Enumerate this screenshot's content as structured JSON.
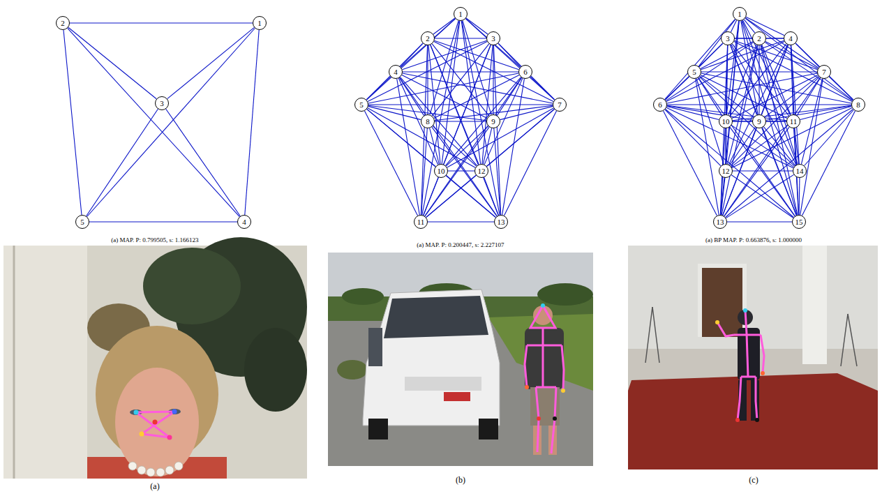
{
  "diagram": {
    "nodes": [
      {
        "text": [
          "1"
        ]
      },
      {
        "text": [
          "2"
        ]
      },
      {
        "text": [
          "3"
        ]
      },
      {
        "text": [
          "4"
        ]
      },
      {
        "text": [
          "5"
        ]
      },
      {
        "text": [
          "1"
        ]
      },
      {
        "text": [
          "2"
        ]
      },
      {
        "text": [
          "3"
        ]
      },
      {
        "text": [
          "4"
        ]
      },
      {
        "text": [
          "5"
        ]
      },
      {
        "text": [
          "6"
        ]
      },
      {
        "text": [
          "7"
        ]
      },
      {
        "text": [
          "8"
        ]
      },
      {
        "text": [
          "9"
        ]
      },
      {
        "text": [
          "10"
        ]
      },
      {
        "text": [
          "11"
        ]
      },
      {
        "text": [
          "12"
        ]
      },
      {
        "text": [
          "13"
        ]
      },
      {
        "text": [
          "1"
        ]
      },
      {
        "text": [
          "2"
        ]
      },
      {
        "text": [
          "3"
        ]
      },
      {
        "text": [
          "4"
        ]
      },
      {
        "text": [
          "5"
        ]
      },
      {
        "text": [
          "6"
        ]
      },
      {
        "text": [
          "7"
        ]
      },
      {
        "text": [
          "8"
        ]
      },
      {
        "text": [
          "9"
        ]
      },
      {
        "text": [
          "10"
        ]
      },
      {
        "text": [
          "11"
        ]
      },
      {
        "text": [
          "12"
        ]
      },
      {
        "text": [
          "13"
        ]
      },
      {
        "text": [
          "14"
        ]
      },
      {
        "text": [
          "15"
        ]
      }
    ],
    "edges": [
      {
        "from": 0,
        "to": 1,
        "arrow": "none"
      },
      {
        "from": 0,
        "to": 2,
        "arrow": "none"
      },
      {
        "from": 0,
        "to": 3,
        "arrow": "none"
      },
      {
        "from": 0,
        "to": 4,
        "arrow": "none"
      },
      {
        "from": 1,
        "to": 2,
        "arrow": "none"
      },
      {
        "from": 1,
        "to": 3,
        "arrow": "none"
      },
      {
        "from": 1,
        "to": 4,
        "arrow": "none"
      },
      {
        "from": 2,
        "to": 3,
        "arrow": "none"
      },
      {
        "from": 2,
        "to": 4,
        "arrow": "none"
      },
      {
        "from": 3,
        "to": 4,
        "arrow": "none"
      },
      {
        "from": 5,
        "to": 6,
        "arrow": "none"
      },
      {
        "from": 5,
        "to": 7,
        "arrow": "none"
      },
      {
        "from": 5,
        "to": 8,
        "arrow": "none"
      },
      {
        "from": 5,
        "to": 9,
        "arrow": "none"
      },
      {
        "from": 5,
        "to": 10,
        "arrow": "none"
      },
      {
        "from": 5,
        "to": 11,
        "arrow": "none"
      },
      {
        "from": 5,
        "to": 12,
        "arrow": "none"
      },
      {
        "from": 5,
        "to": 13,
        "arrow": "none"
      },
      {
        "from": 5,
        "to": 14,
        "arrow": "none"
      },
      {
        "from": 5,
        "to": 15,
        "arrow": "none"
      },
      {
        "from": 5,
        "to": 16,
        "arrow": "none"
      },
      {
        "from": 5,
        "to": 17,
        "arrow": "none"
      },
      {
        "from": 6,
        "to": 7,
        "arrow": "none"
      },
      {
        "from": 6,
        "to": 8,
        "arrow": "none"
      },
      {
        "from": 6,
        "to": 9,
        "arrow": "none"
      },
      {
        "from": 6,
        "to": 10,
        "arrow": "none"
      },
      {
        "from": 6,
        "to": 11,
        "arrow": "none"
      },
      {
        "from": 6,
        "to": 12,
        "arrow": "none"
      },
      {
        "from": 6,
        "to": 13,
        "arrow": "none"
      },
      {
        "from": 6,
        "to": 14,
        "arrow": "none"
      },
      {
        "from": 6,
        "to": 15,
        "arrow": "none"
      },
      {
        "from": 6,
        "to": 16,
        "arrow": "none"
      },
      {
        "from": 6,
        "to": 17,
        "arrow": "none"
      },
      {
        "from": 7,
        "to": 8,
        "arrow": "none"
      },
      {
        "from": 7,
        "to": 9,
        "arrow": "none"
      },
      {
        "from": 7,
        "to": 10,
        "arrow": "none"
      },
      {
        "from": 7,
        "to": 11,
        "arrow": "none"
      },
      {
        "from": 7,
        "to": 12,
        "arrow": "none"
      },
      {
        "from": 7,
        "to": 13,
        "arrow": "none"
      },
      {
        "from": 7,
        "to": 14,
        "arrow": "none"
      },
      {
        "from": 7,
        "to": 15,
        "arrow": "none"
      },
      {
        "from": 7,
        "to": 16,
        "arrow": "none"
      },
      {
        "from": 7,
        "to": 17,
        "arrow": "none"
      },
      {
        "from": 8,
        "to": 9,
        "arrow": "none"
      },
      {
        "from": 8,
        "to": 10,
        "arrow": "none"
      },
      {
        "from": 8,
        "to": 11,
        "arrow": "none"
      },
      {
        "from": 8,
        "to": 12,
        "arrow": "none"
      },
      {
        "from": 8,
        "to": 13,
        "arrow": "none"
      },
      {
        "from": 8,
        "to": 14,
        "arrow": "none"
      },
      {
        "from": 8,
        "to": 15,
        "arrow": "none"
      },
      {
        "from": 8,
        "to": 16,
        "arrow": "none"
      },
      {
        "from": 8,
        "to": 17,
        "arrow": "none"
      },
      {
        "from": 9,
        "to": 10,
        "arrow": "none"
      },
      {
        "from": 9,
        "to": 11,
        "arrow": "none"
      },
      {
        "from": 9,
        "to": 12,
        "arrow": "none"
      },
      {
        "from": 9,
        "to": 13,
        "arrow": "none"
      },
      {
        "from": 9,
        "to": 14,
        "arrow": "none"
      },
      {
        "from": 9,
        "to": 15,
        "arrow": "none"
      },
      {
        "from": 9,
        "to": 16,
        "arrow": "none"
      },
      {
        "from": 9,
        "to": 17,
        "arrow": "none"
      },
      {
        "from": 10,
        "to": 11,
        "arrow": "none"
      },
      {
        "from": 10,
        "to": 12,
        "arrow": "none"
      },
      {
        "from": 10,
        "to": 13,
        "arrow": "none"
      },
      {
        "from": 10,
        "to": 14,
        "arrow": "none"
      },
      {
        "from": 10,
        "to": 15,
        "arrow": "none"
      },
      {
        "from": 10,
        "to": 16,
        "arrow": "none"
      },
      {
        "from": 10,
        "to": 17,
        "arrow": "none"
      },
      {
        "from": 11,
        "to": 12,
        "arrow": "none"
      },
      {
        "from": 11,
        "to": 13,
        "arrow": "none"
      },
      {
        "from": 11,
        "to": 14,
        "arrow": "none"
      },
      {
        "from": 11,
        "to": 15,
        "arrow": "none"
      },
      {
        "from": 11,
        "to": 16,
        "arrow": "none"
      },
      {
        "from": 11,
        "to": 17,
        "arrow": "none"
      },
      {
        "from": 12,
        "to": 13,
        "arrow": "none"
      },
      {
        "from": 12,
        "to": 14,
        "arrow": "none"
      },
      {
        "from": 12,
        "to": 15,
        "arrow": "none"
      },
      {
        "from": 12,
        "to": 16,
        "arrow": "none"
      },
      {
        "from": 12,
        "to": 17,
        "arrow": "none"
      },
      {
        "from": 13,
        "to": 14,
        "arrow": "none"
      },
      {
        "from": 13,
        "to": 15,
        "arrow": "none"
      },
      {
        "from": 13,
        "to": 16,
        "arrow": "none"
      },
      {
        "from": 13,
        "to": 17,
        "arrow": "none"
      },
      {
        "from": 14,
        "to": 15,
        "arrow": "none"
      },
      {
        "from": 14,
        "to": 16,
        "arrow": "none"
      },
      {
        "from": 14,
        "to": 17,
        "arrow": "none"
      },
      {
        "from": 15,
        "to": 16,
        "arrow": "none"
      },
      {
        "from": 15,
        "to": 17,
        "arrow": "none"
      },
      {
        "from": 16,
        "to": 17,
        "arrow": "none"
      },
      {
        "from": 18,
        "to": 19,
        "arrow": "none"
      },
      {
        "from": 18,
        "to": 20,
        "arrow": "none"
      },
      {
        "from": 18,
        "to": 21,
        "arrow": "none"
      },
      {
        "from": 18,
        "to": 22,
        "arrow": "none"
      },
      {
        "from": 18,
        "to": 23,
        "arrow": "none"
      },
      {
        "from": 18,
        "to": 24,
        "arrow": "none"
      },
      {
        "from": 18,
        "to": 25,
        "arrow": "none"
      },
      {
        "from": 18,
        "to": 26,
        "arrow": "none"
      },
      {
        "from": 18,
        "to": 27,
        "arrow": "none"
      },
      {
        "from": 18,
        "to": 28,
        "arrow": "none"
      },
      {
        "from": 18,
        "to": 29,
        "arrow": "none"
      },
      {
        "from": 18,
        "to": 30,
        "arrow": "none"
      },
      {
        "from": 18,
        "to": 31,
        "arrow": "none"
      },
      {
        "from": 18,
        "to": 32,
        "arrow": "none"
      },
      {
        "from": 19,
        "to": 20,
        "arrow": "none"
      },
      {
        "from": 19,
        "to": 21,
        "arrow": "none"
      },
      {
        "from": 19,
        "to": 22,
        "arrow": "none"
      },
      {
        "from": 19,
        "to": 23,
        "arrow": "none"
      },
      {
        "from": 19,
        "to": 24,
        "arrow": "none"
      },
      {
        "from": 19,
        "to": 25,
        "arrow": "none"
      },
      {
        "from": 19,
        "to": 26,
        "arrow": "none"
      },
      {
        "from": 19,
        "to": 27,
        "arrow": "none"
      },
      {
        "from": 19,
        "to": 28,
        "arrow": "none"
      },
      {
        "from": 19,
        "to": 29,
        "arrow": "none"
      },
      {
        "from": 19,
        "to": 30,
        "arrow": "none"
      },
      {
        "from": 19,
        "to": 31,
        "arrow": "none"
      },
      {
        "from": 19,
        "to": 32,
        "arrow": "none"
      },
      {
        "from": 20,
        "to": 21,
        "arrow": "none"
      },
      {
        "from": 20,
        "to": 22,
        "arrow": "none"
      },
      {
        "from": 20,
        "to": 23,
        "arrow": "none"
      },
      {
        "from": 20,
        "to": 24,
        "arrow": "none"
      },
      {
        "from": 20,
        "to": 25,
        "arrow": "none"
      },
      {
        "from": 20,
        "to": 26,
        "arrow": "none"
      },
      {
        "from": 20,
        "to": 27,
        "arrow": "none"
      },
      {
        "from": 20,
        "to": 28,
        "arrow": "none"
      },
      {
        "from": 20,
        "to": 29,
        "arrow": "none"
      },
      {
        "from": 20,
        "to": 30,
        "arrow": "none"
      },
      {
        "from": 20,
        "to": 31,
        "arrow": "none"
      },
      {
        "from": 20,
        "to": 32,
        "arrow": "none"
      },
      {
        "from": 21,
        "to": 22,
        "arrow": "none"
      },
      {
        "from": 21,
        "to": 23,
        "arrow": "none"
      },
      {
        "from": 21,
        "to": 24,
        "arrow": "none"
      },
      {
        "from": 21,
        "to": 25,
        "arrow": "none"
      },
      {
        "from": 21,
        "to": 26,
        "arrow": "none"
      },
      {
        "from": 21,
        "to": 27,
        "arrow": "none"
      },
      {
        "from": 21,
        "to": 28,
        "arrow": "none"
      },
      {
        "from": 21,
        "to": 29,
        "arrow": "none"
      },
      {
        "from": 21,
        "to": 30,
        "arrow": "none"
      },
      {
        "from": 21,
        "to": 31,
        "arrow": "none"
      },
      {
        "from": 21,
        "to": 32,
        "arrow": "none"
      },
      {
        "from": 22,
        "to": 23,
        "arrow": "none"
      },
      {
        "from": 22,
        "to": 24,
        "arrow": "none"
      },
      {
        "from": 22,
        "to": 25,
        "arrow": "none"
      },
      {
        "from": 22,
        "to": 26,
        "arrow": "none"
      },
      {
        "from": 22,
        "to": 27,
        "arrow": "none"
      },
      {
        "from": 22,
        "to": 28,
        "arrow": "none"
      },
      {
        "from": 22,
        "to": 29,
        "arrow": "none"
      },
      {
        "from": 22,
        "to": 30,
        "arrow": "none"
      },
      {
        "from": 22,
        "to": 31,
        "arrow": "none"
      },
      {
        "from": 22,
        "to": 32,
        "arrow": "none"
      },
      {
        "from": 23,
        "to": 24,
        "arrow": "none"
      },
      {
        "from": 23,
        "to": 25,
        "arrow": "none"
      },
      {
        "from": 23,
        "to": 26,
        "arrow": "none"
      },
      {
        "from": 23,
        "to": 27,
        "arrow": "none"
      },
      {
        "from": 23,
        "to": 28,
        "arrow": "none"
      },
      {
        "from": 23,
        "to": 29,
        "arrow": "none"
      },
      {
        "from": 23,
        "to": 30,
        "arrow": "none"
      },
      {
        "from": 23,
        "to": 31,
        "arrow": "none"
      },
      {
        "from": 23,
        "to": 32,
        "arrow": "none"
      },
      {
        "from": 24,
        "to": 25,
        "arrow": "none"
      },
      {
        "from": 24,
        "to": 26,
        "arrow": "none"
      },
      {
        "from": 24,
        "to": 27,
        "arrow": "none"
      },
      {
        "from": 24,
        "to": 28,
        "arrow": "none"
      },
      {
        "from": 24,
        "to": 29,
        "arrow": "none"
      },
      {
        "from": 24,
        "to": 30,
        "arrow": "none"
      },
      {
        "from": 24,
        "to": 31,
        "arrow": "none"
      },
      {
        "from": 24,
        "to": 32,
        "arrow": "none"
      },
      {
        "from": 25,
        "to": 26,
        "arrow": "none"
      },
      {
        "from": 25,
        "to": 27,
        "arrow": "none"
      },
      {
        "from": 25,
        "to": 28,
        "arrow": "none"
      },
      {
        "from": 25,
        "to": 29,
        "arrow": "none"
      },
      {
        "from": 25,
        "to": 30,
        "arrow": "none"
      },
      {
        "from": 25,
        "to": 31,
        "arrow": "none"
      },
      {
        "from": 25,
        "to": 32,
        "arrow": "none"
      },
      {
        "from": 26,
        "to": 27,
        "arrow": "none"
      },
      {
        "from": 26,
        "to": 28,
        "arrow": "none"
      },
      {
        "from": 26,
        "to": 29,
        "arrow": "none"
      },
      {
        "from": 26,
        "to": 30,
        "arrow": "none"
      },
      {
        "from": 26,
        "to": 31,
        "arrow": "none"
      },
      {
        "from": 26,
        "to": 32,
        "arrow": "none"
      },
      {
        "from": 27,
        "to": 28,
        "arrow": "none"
      },
      {
        "from": 27,
        "to": 29,
        "arrow": "none"
      },
      {
        "from": 27,
        "to": 30,
        "arrow": "none"
      },
      {
        "from": 27,
        "to": 31,
        "arrow": "none"
      },
      {
        "from": 27,
        "to": 32,
        "arrow": "none"
      },
      {
        "from": 28,
        "to": 29,
        "arrow": "none"
      },
      {
        "from": 28,
        "to": 30,
        "arrow": "none"
      },
      {
        "from": 28,
        "to": 31,
        "arrow": "none"
      },
      {
        "from": 28,
        "to": 32,
        "arrow": "none"
      },
      {
        "from": 29,
        "to": 30,
        "arrow": "none"
      },
      {
        "from": 29,
        "to": 31,
        "arrow": "none"
      },
      {
        "from": 29,
        "to": 32,
        "arrow": "none"
      },
      {
        "from": 30,
        "to": 31,
        "arrow": "none"
      },
      {
        "from": 30,
        "to": 32,
        "arrow": "none"
      },
      {
        "from": 31,
        "to": 32,
        "arrow": "none"
      }
    ],
    "labels": [
      "(a) MAP. P: 0.799505, s: 1.166123",
      "(a) MAP. P: 0.200447, s: 2.227107",
      "(a) BP MAP. P: 0.663876, s: 1.000000",
      "(a)",
      "(b)",
      "(c)"
    ]
  }
}
